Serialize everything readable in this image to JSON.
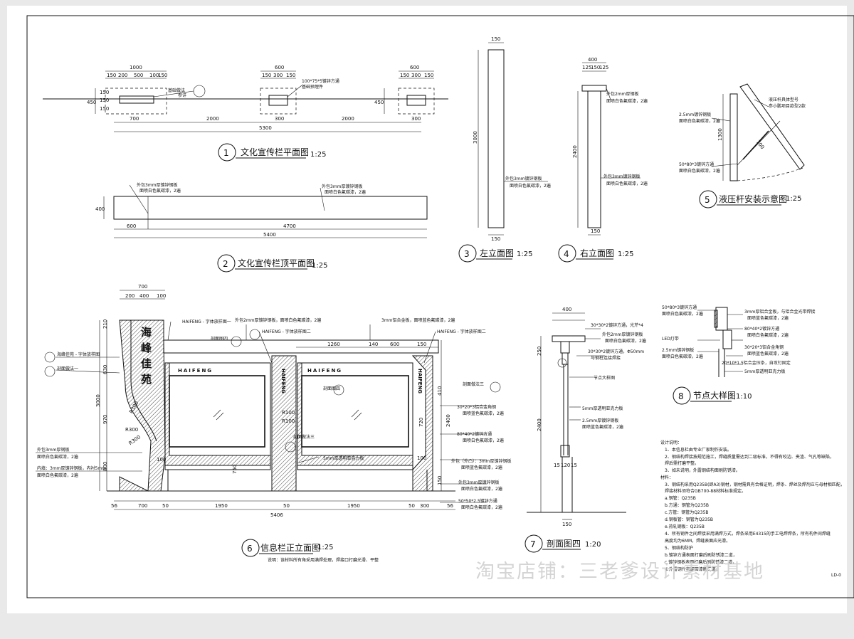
{
  "views": [
    {
      "no": "1",
      "title": "文化宣传栏平面图",
      "scale": "1:25"
    },
    {
      "no": "2",
      "title": "文化宣传栏顶平面图",
      "scale": "1:25"
    },
    {
      "no": "3",
      "title": "左立面图",
      "scale": "1:25"
    },
    {
      "no": "4",
      "title": "右立面图",
      "scale": "1:25"
    },
    {
      "no": "5",
      "title": "液压杆安装示意图",
      "scale": "1:25"
    },
    {
      "no": "6",
      "title": "信息栏正立面图",
      "scale": "1:25"
    },
    {
      "no": "7",
      "title": "剖面图四",
      "scale": "1:20"
    },
    {
      "no": "8",
      "title": "节点大样图",
      "scale": "1:10"
    }
  ],
  "plan": {
    "dims_top": [
      "1000",
      "150",
      "200",
      "500",
      "100",
      "150",
      "600",
      "150",
      "300",
      "150",
      "600",
      "150",
      "300",
      "150"
    ],
    "dims_bottom": [
      "700",
      "2000",
      "2000",
      "300",
      "300"
    ],
    "total": "5300",
    "side": [
      "450",
      "150",
      "150",
      "150"
    ],
    "notes": [
      "基础做法",
      "100*75*5镀锌方通",
      "基础预埋件",
      "参详"
    ]
  },
  "top_plan": {
    "dims": [
      "400",
      "600",
      "4700"
    ],
    "total": "5400",
    "notes": [
      "外包3mm厚镀锌钢板",
      "面喷白色氟碳漆，2遍",
      "外包3mm厚镀锌钢板",
      "面喷白色氟碳漆，2遍"
    ]
  },
  "left_elev": {
    "dims": [
      "150",
      "3000",
      "150"
    ],
    "notes": [
      "外包3mm镀锌钢板",
      "面喷白色氟碳漆，2遍"
    ]
  },
  "right_elev": {
    "dims": [
      "400",
      "125",
      "150",
      "125",
      "2400",
      "150"
    ],
    "notes": [
      "外包2mm厚钢板",
      "面喷白色氟碳漆，2遍",
      "外包3mm镀锌钢板",
      "面喷白色氟碳漆，2遍"
    ]
  },
  "hydraulic": {
    "dims": [
      "1300",
      "700"
    ],
    "notes": [
      "液压杆具体型号",
      "参小鹏项目款型2款",
      "2.5mm镀锌钢板",
      "面喷白色氟碳漆，2遍",
      "50*80*3镀锌方通",
      "面喷白色氟碳漆，2遍"
    ]
  },
  "front_elev": {
    "vertical_text": "海峰佳苑",
    "sign_text": "HAIFENG",
    "dims_top": [
      "700",
      "200",
      "400",
      "100"
    ],
    "dims_left": [
      "210",
      "630",
      "3000",
      "970",
      "800"
    ],
    "dims_mid": [
      "1260",
      "140",
      "600",
      "150"
    ],
    "dims_right": [
      "410",
      "2400",
      "720",
      "150"
    ],
    "dims_bottom": [
      "56",
      "700",
      "50",
      "1950",
      "50",
      "1950",
      "50",
      "300",
      "56"
    ],
    "total": "5406",
    "radii": [
      "R300",
      "R300",
      "R300",
      "R100",
      "R100"
    ],
    "inner": [
      "100",
      "750",
      "100"
    ],
    "callouts": [
      "外包2mm厚镀锌钢板，面喷白色氟碳漆，2遍",
      "3mm铝合金板，面喷蓝色氟碳漆，2遍",
      "HAIFENG - 字体放样图一",
      "HAIFENG - 字体放样图二",
      "HAIFENG - 字体放样图二",
      "剖面图四",
      "剖面图四",
      "剖面做法三",
      "剖面做法三",
      "海峰佳苑 - 字体放样图",
      "剖面做法一",
      "外包3mm厚钢板",
      "面喷白色氟碳漆，2遍",
      "内填：3mm厚镀锌钢板，内衬5mm",
      "面喷白色氟碳漆，2遍",
      "5mm厚透明亚克力板",
      "30*20*3铝合金角钢",
      "面喷蓝色氟碳漆，2遍",
      "80*40*2镀锌方通",
      "面喷白色氟碳漆，2遍",
      "外包（外凸）：3mm厚镀锌钢板",
      "面喷蓝色氟碳漆，2遍",
      "外包3mm厚镀锌钢板",
      "面喷白色氟碳漆，2遍",
      "50*50*2.5镀锌方通",
      "面喷白色氟碳漆，2遍"
    ],
    "note": "说明：该材料所有角采用满焊处理，焊接口打磨光滑、平整"
  },
  "section": {
    "dims": [
      "400",
      "250",
      "2400",
      "15",
      "120",
      "15",
      "150"
    ],
    "notes": [
      "30*30*2镀锌方通，光芹*4",
      "外包2mm厚镀锌钢板",
      "面喷白色氟碳漆，2遍",
      "30*30*2镀锌方通，Φ50mm",
      "与钢柱连接焊接",
      "节点大样图",
      "5mm厚透明亚克力板",
      "2.5mm厚镀锌钢板",
      "面喷蓝色氟碳漆，2遍"
    ]
  },
  "detail": {
    "notes": [
      "50*80*3镀锌方通",
      "面喷白色氟碳漆，2遍",
      "3mm厚铝合金板，与铝合金光带焊接",
      "面喷蓝色氟碳漆，2遍",
      "80*40*2镀锌方通",
      "面喷白色氟碳漆，2遍",
      "LED灯带",
      "30*20*3铝合金角钢",
      "面喷蓝色氟碳漆，2遍",
      "2.5mm镀锌钢板",
      "面喷白色氟碳漆，2遍",
      "20*10*1.5铝合金压条，自攻钉固定",
      "5mm厚透明亚克力板"
    ]
  },
  "design_notes": {
    "heading": "设计说明：",
    "lines": [
      "1、本信息栏由专业厂家制作安装。",
      "2、钢结构焊接按规范施工，焊缝质量需达到二级标准，不得有咬边、夹渣、气孔等缺陷，",
      "焊后需打磨平整。",
      "3、如未说明，外露钢结构面刷防锈漆。",
      "材料：",
      "3、钢结构采用Q235B(即A3)钢材，钢材需具有合格证明，焊条、焊丝及焊剂应与母材相匹配，",
      "焊接材料须符合GB700-88材料标准规定。",
      "a.钢管：Q235B",
      "b.方通：钢管为Q235B",
      "c.方管：钢管为Q235B",
      "d.钢板管：钢管为Q235B",
      "e.热轧钢板：Q235B",
      "4、所有钢件之间焊接采用满焊方式，焊条采用E4315的手工电焊焊条，所有构件间焊缝",
      "高度均为6MM，焊缝表面应光滑。",
      "5、钢结构防护",
      "b.镀锌方通表面打磨后刷防锈漆二道，",
      "c.镀锌钢板表面打磨后刷防锈漆二道，",
      "d.外露钢件表面面漆刷二道。"
    ]
  },
  "corner_code": "LD-0",
  "watermark": "淘宝店铺：三老爹设计素材基地"
}
